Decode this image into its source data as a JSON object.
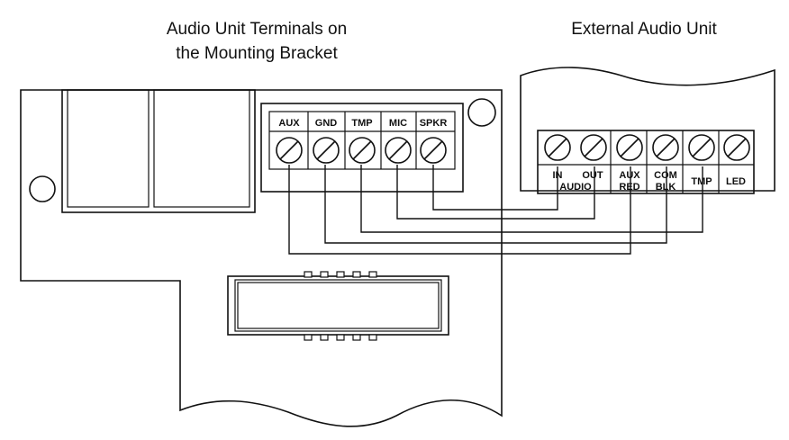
{
  "titles": {
    "bracket_line1": "Audio Unit Terminals on",
    "bracket_line2": "the Mounting Bracket",
    "external": "External Audio Unit"
  },
  "bracket_terminals": [
    {
      "key": "aux",
      "label": "AUX"
    },
    {
      "key": "gnd",
      "label": "GND"
    },
    {
      "key": "tmp",
      "label": "TMP"
    },
    {
      "key": "mic",
      "label": "MIC"
    },
    {
      "key": "spkr",
      "label": "SPKR"
    }
  ],
  "external_labels": {
    "in": "IN",
    "out": "OUT",
    "audio": "AUDIO",
    "aux": "AUX",
    "red": "RED",
    "com": "COM",
    "blk": "BLK",
    "tmp": "TMP",
    "led": "LED"
  },
  "wiring": [
    {
      "from": "SPKR",
      "to": "IN"
    },
    {
      "from": "MIC",
      "to": "OUT"
    },
    {
      "from": "TMP",
      "to": "TMP"
    },
    {
      "from": "GND",
      "to": "COM BLK"
    },
    {
      "from": "AUX",
      "to": "AUX RED"
    }
  ]
}
